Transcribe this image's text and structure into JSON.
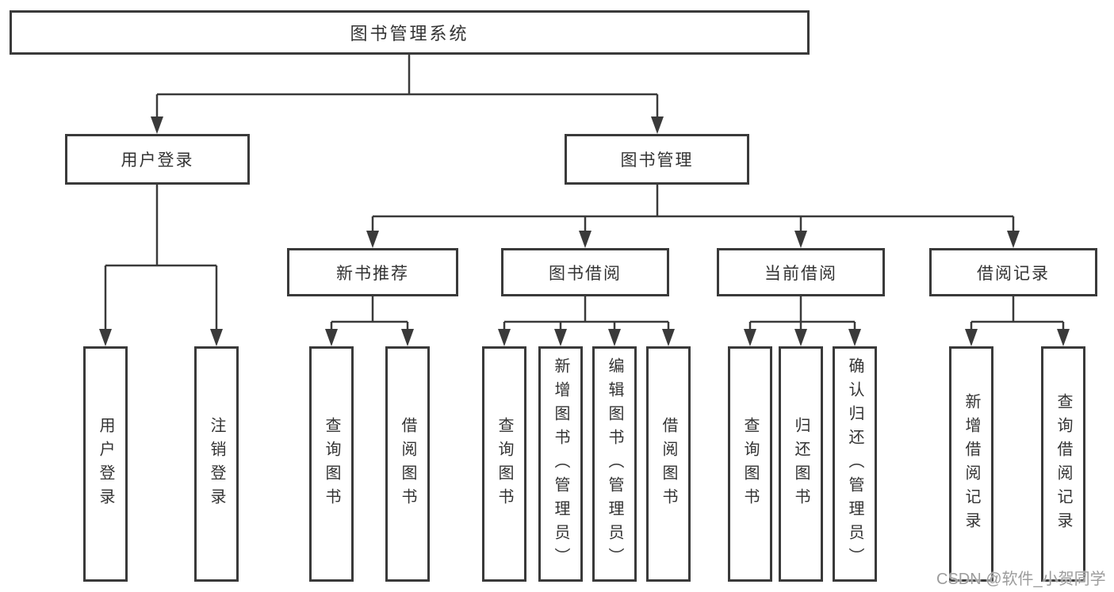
{
  "diagram": {
    "type": "hierarchy-tree",
    "colors": {
      "line": "#3a3a3a",
      "box_border": "#3a3a3a",
      "text": "#333333",
      "background": "#ffffff",
      "watermark_text": "#9c9c9c"
    },
    "tree": {
      "label": "图书管理系统",
      "children": [
        {
          "label": "用户登录",
          "children": [
            {
              "label": "用户登录"
            },
            {
              "label": "注销登录"
            }
          ]
        },
        {
          "label": "图书管理",
          "children": [
            {
              "label": "新书推荐",
              "children": [
                {
                  "label": "查询图书"
                },
                {
                  "label": "借阅图书"
                }
              ]
            },
            {
              "label": "图书借阅",
              "children": [
                {
                  "label": "查询图书"
                },
                {
                  "label": "新增图书（管理员）"
                },
                {
                  "label": "编辑图书（管理员）"
                },
                {
                  "label": "借阅图书"
                }
              ]
            },
            {
              "label": "当前借阅",
              "children": [
                {
                  "label": "查询图书"
                },
                {
                  "label": "归还图书"
                },
                {
                  "label": "确认归还（管理员）"
                }
              ]
            },
            {
              "label": "借阅记录",
              "children": [
                {
                  "label": "新增借阅记录"
                },
                {
                  "label": "查询借阅记录"
                }
              ]
            }
          ]
        }
      ]
    },
    "watermark": {
      "text": "CSDN @软件_小贺同学"
    }
  }
}
